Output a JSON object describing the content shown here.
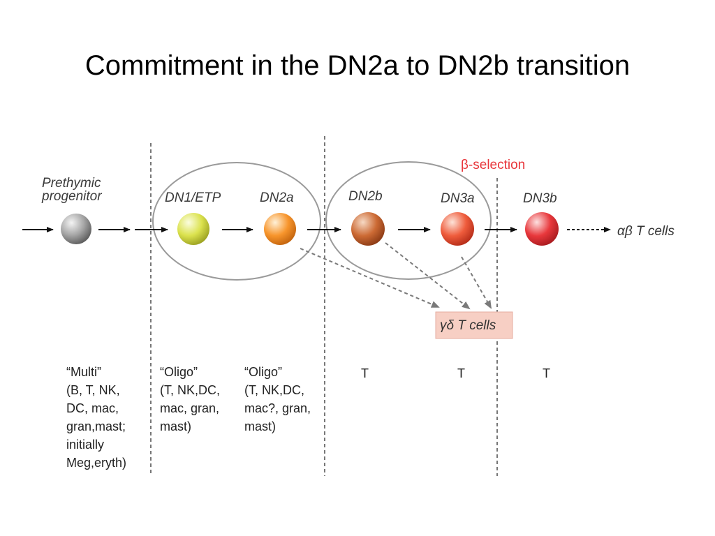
{
  "title": "Commitment in the DN2a to DN2b transition",
  "stages": {
    "prethymic": "Prethymic\nprogenitor",
    "dn1": "DN1/ETP",
    "dn2a": "DN2a",
    "dn2b": "DN2b",
    "dn3a": "DN3a",
    "dn3b": "DN3b"
  },
  "outputs": {
    "ab": "αβ T cells",
    "gd": "γδ T cells"
  },
  "beta_selection": "β-selection",
  "potential": {
    "multi": "“Multi”\n(B, T, NK,\nDC, mac,\ngran,mast;\ninitially\nMeg,eryth)",
    "oligo1": "“Oligo”\n(T, NK,DC,\nmac, gran,\nmast)",
    "oligo2": "“Oligo”\n(T, NK,DC,\nmac?, gran,\nmast)",
    "t1": "T",
    "t2": "T",
    "t3": "T"
  },
  "colors": {
    "prethymic": "#9a9a9a",
    "dn1": "#d9e04a",
    "dn2a": "#f5922a",
    "dn2b": "#cf6a32",
    "dn3a": "#ef5b3a",
    "dn3b": "#e8363b",
    "gd_box": "#f7cfc4",
    "selection": "#e8363b"
  }
}
